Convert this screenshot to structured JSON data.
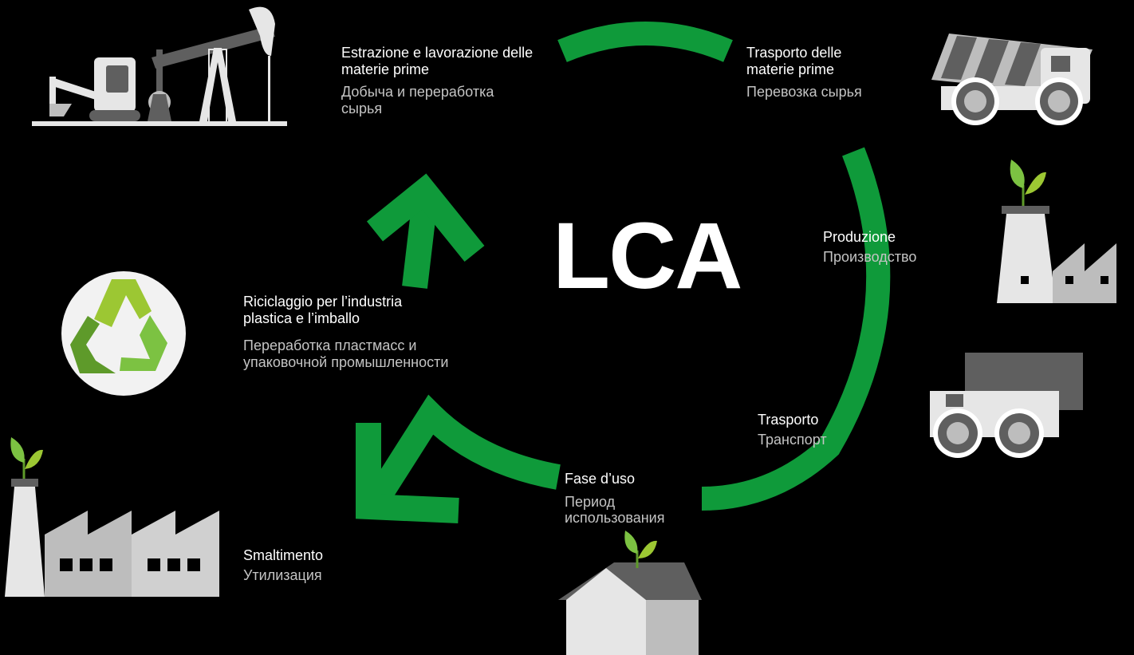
{
  "center_label": "LCA",
  "colors": {
    "accent": "#0f9a3a",
    "recycle_light": "#9cc733",
    "recycle_dark": "#5e9a2a",
    "icon_light": "#e6e6e6",
    "icon_mid": "#bdbdbd",
    "icon_dark": "#5f5f5f",
    "leaf": "#7cc242"
  },
  "stages": {
    "extraction": {
      "it": "Estrazione e lavorazione delle materie prime",
      "ru": "Добыча и переработка сырья",
      "icon": "excavator-pumpjack-icon"
    },
    "transport_raw": {
      "it": "Trasporto delle materie prime",
      "ru": "Перевозка сырья",
      "icon": "dump-truck-icon"
    },
    "production": {
      "it": "Produzione",
      "ru": "Производство",
      "icon": "green-factory-icon"
    },
    "transport": {
      "it": "Trasporto",
      "ru": "Транспорт",
      "icon": "box-truck-icon"
    },
    "use": {
      "it": "Fase d’uso",
      "ru": "Период использования",
      "icon": "green-house-icon"
    },
    "disposal": {
      "it": "Smaltimento",
      "ru": "Утилизация",
      "icon": "factory-icon"
    },
    "recycling": {
      "it": "Riciclaggio per l’industria plastica e l’imballo",
      "ru": "Переработка пластмасс и упаковочной промышленности",
      "icon": "recycle-icon"
    }
  }
}
